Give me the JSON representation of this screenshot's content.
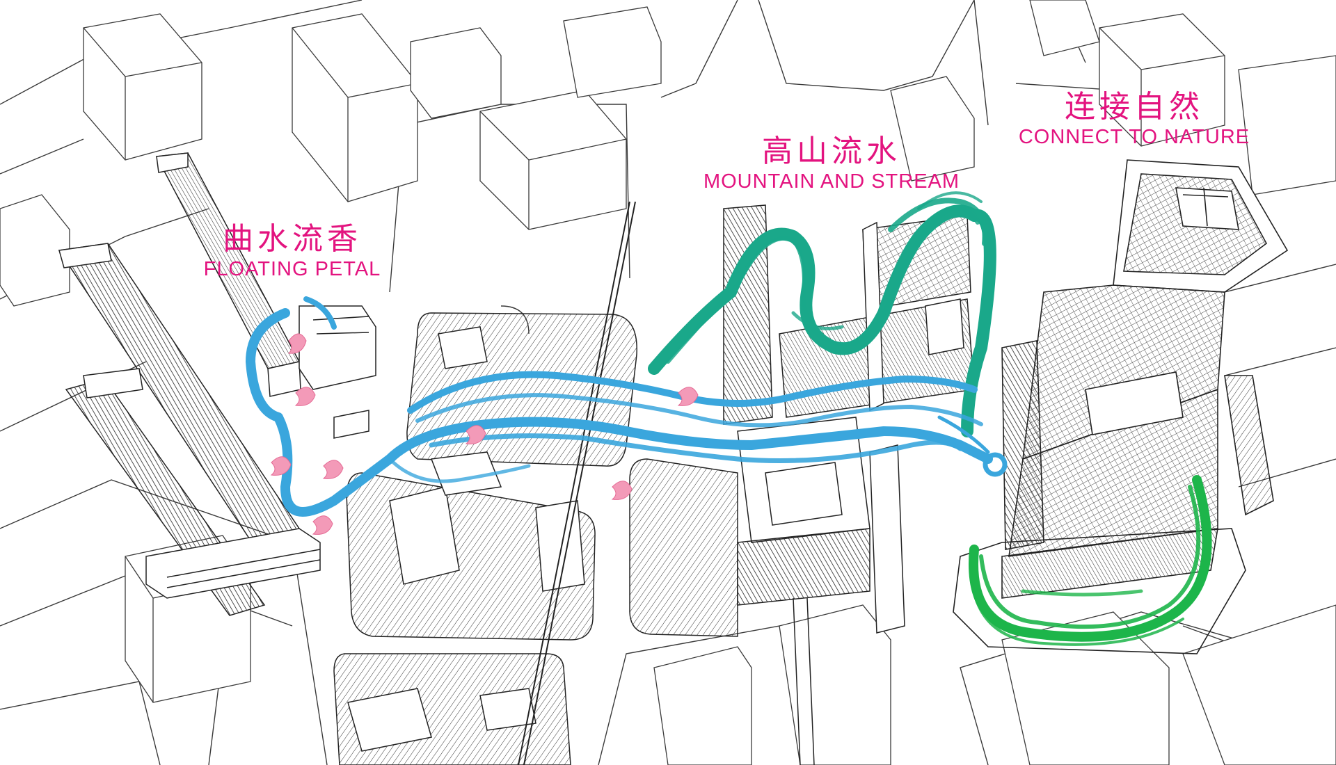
{
  "labels": {
    "floating_petal": {
      "zh": "曲水流香",
      "en": "FLOATING PETAL"
    },
    "mountain_stream": {
      "zh": "高山流水",
      "en": "MOUNTAIN AND STREAM"
    },
    "connect_nature": {
      "zh": "连接自然",
      "en": "CONNECT TO NATURE"
    }
  },
  "colors": {
    "label_magenta": "#e3137f",
    "stream_blue": "#3aa6dd",
    "mountain_teal": "#1aa88a",
    "nature_green": "#1db54a",
    "petal_pink": "#f39ab8",
    "linework": "#2a2a2a"
  }
}
